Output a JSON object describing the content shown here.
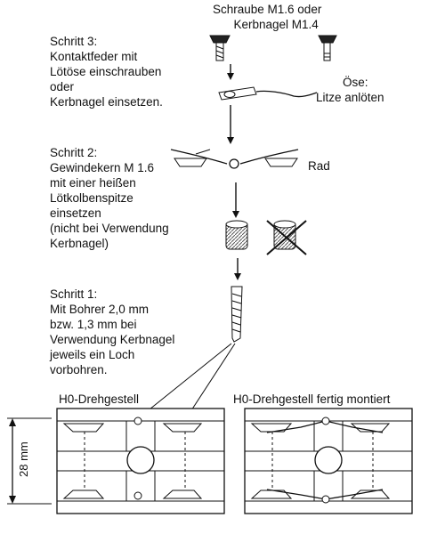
{
  "screw_label_line1": "Schraube M1.6 oder",
  "screw_label_line2": "Kerbnagel M1.4",
  "eyelet_label_line1": "Öse:",
  "eyelet_label_line2": "Litze anlöten",
  "wheel_label": "Rad",
  "step3": [
    "Schritt 3:",
    "Kontaktfeder mit",
    "Lötöse einschrauben",
    "oder",
    "Kerbnagel einsetzen."
  ],
  "step2": [
    "Schritt 2:",
    "Gewindekern M 1.6",
    "mit einer heißen",
    "Lötkolbenspitze",
    "einsetzen",
    "(nicht bei Verwendung",
    "Kerbnagel)"
  ],
  "step1": [
    "Schritt 1:",
    "Mit Bohrer 2,0 mm",
    "bzw. 1,3 mm bei",
    "Verwendung Kerbnagel",
    "jeweils ein Loch",
    "vorbohren."
  ],
  "bogie_left_title": "H0-Drehgestell",
  "bogie_right_title": "H0-Drehgestell fertig montiert",
  "dimension_label": "28 mm"
}
